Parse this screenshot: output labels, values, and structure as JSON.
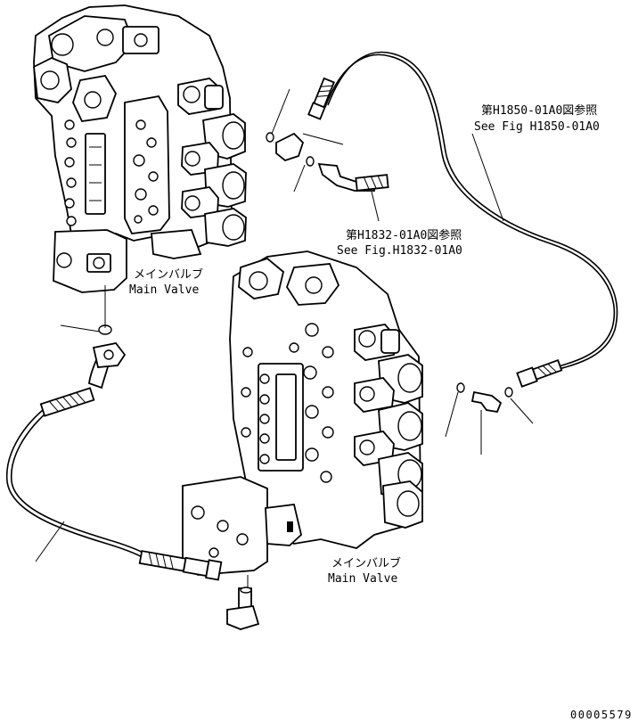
{
  "labels": {
    "ref_h1850_jp": "第H1850-01A0図参照",
    "ref_h1850_en": "See Fig H1850-01A0",
    "ref_h1832_jp": "第H1832-01A0図参照",
    "ref_h1832_en": "See Fig.H1832-01A0",
    "main_valve_top_jp": "メインバルブ",
    "main_valve_top_en": "Main Valve",
    "main_valve_bottom_jp": "メインバルブ",
    "main_valve_bottom_en": "Main Valve"
  },
  "drawing_number": "00005579"
}
